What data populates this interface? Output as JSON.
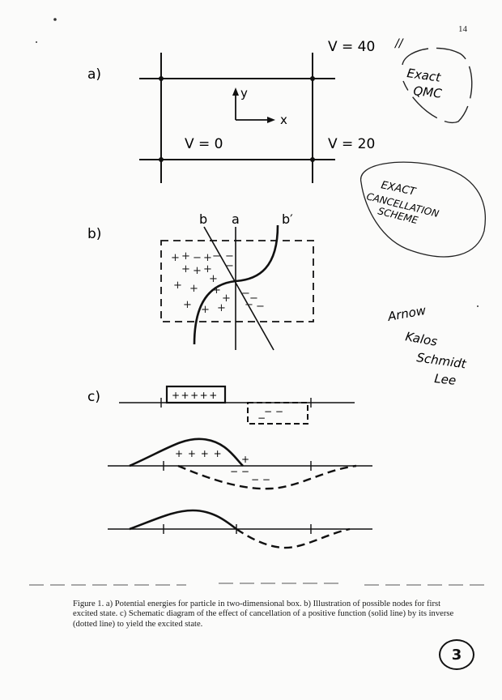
{
  "page_number": "14",
  "panel_a": {
    "label": "a)",
    "v_top_right": "V = 40",
    "v_center": "V = 0",
    "v_right": "V = 20",
    "axis_y": "y",
    "axis_x": "x"
  },
  "panel_b": {
    "label": "b)",
    "line_b": "b",
    "line_a": "a",
    "line_b_prime": "b′",
    "plus_sign": "+",
    "minus_sign": "−"
  },
  "panel_c": {
    "label": "c)",
    "top_plus_signs": "+++++",
    "middle_plus_signs": "+ + + +",
    "middle_plus_extra": "+",
    "minus_signs_top": "− −",
    "minus_signs_mid": "−",
    "minus_signs_low": "− −"
  },
  "annotations": {
    "exact_qmc_line1": "Exact",
    "exact_qmc_line2": "QMC",
    "cancellation_line1": "EXACT",
    "cancellation_line2": "CANCELLATION",
    "cancellation_line3": "SCHEME",
    "authors_line1": "Arnow",
    "authors_line2": "Kalos",
    "authors_line3": "Schmidt",
    "authors_line4": "Lee"
  },
  "caption": "Figure 1.  a) Potential energies for particle in two-dimensional box.  b)  Illustration of possible nodes for first excited state.  c)  Schematic diagram of the effect of cancellation of a positive function (solid line) by its inverse (dotted line) to yield the excited state.",
  "stamp_number": "3"
}
